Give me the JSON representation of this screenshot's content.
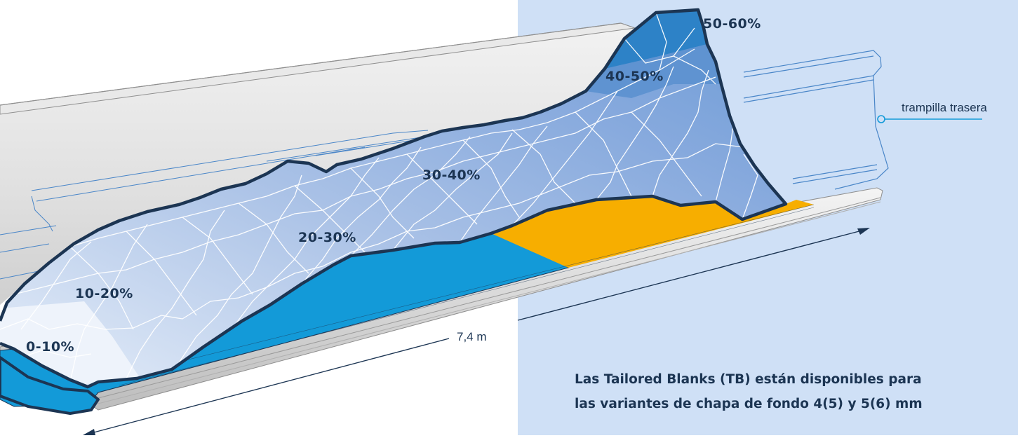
{
  "zones": [
    {
      "id": "z0",
      "label": "0-10%"
    },
    {
      "id": "z1",
      "label": "10-20%"
    },
    {
      "id": "z2",
      "label": "20-30%"
    },
    {
      "id": "z3",
      "label": "30-40%"
    },
    {
      "id": "z4",
      "label": "40-50%"
    },
    {
      "id": "z5",
      "label": "50-60%"
    }
  ],
  "callout": {
    "label": "trampilla trasera"
  },
  "dimension": {
    "label": "7,4 m"
  },
  "caption": {
    "line1": "Las Tailored Blanks (TB) están disponibles para",
    "line2": "las variantes de chapa de fondo 4(5) y 5(6) mm"
  },
  "colors": {
    "panel": "#cfe0f6",
    "outline": "#1c3553",
    "floor_blue": "#139ad8",
    "floor_orange": "#f7ae00",
    "load_light": "#d7e3f5",
    "load_mid": "#9fb9e3",
    "load_dark": "#6b9bd6",
    "load_peak": "#2d82c7"
  }
}
